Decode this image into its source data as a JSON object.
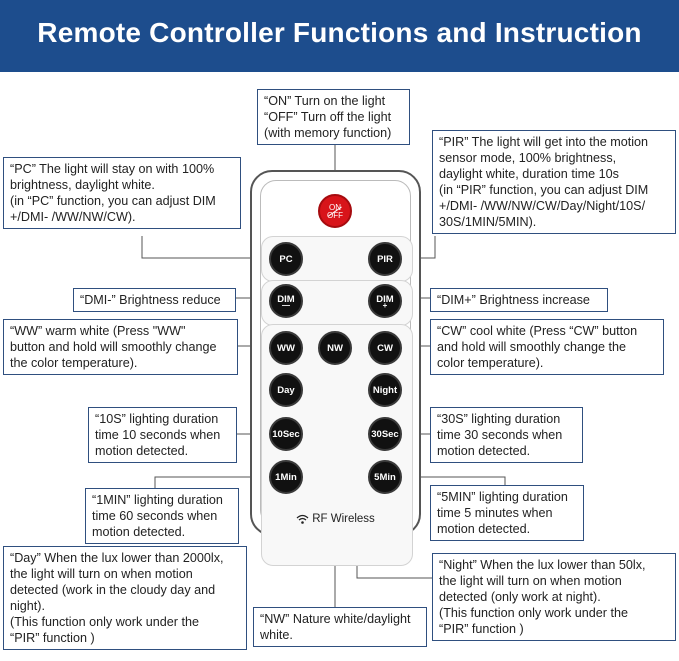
{
  "header": {
    "title": "Remote Controller Functions and Instruction"
  },
  "remote": {
    "buttons": {
      "on": "ON",
      "off": "OFF",
      "pc": "PC",
      "pir": "PIR",
      "dim_minus": "DIM",
      "dim_minus_sign": "—",
      "dim_plus": "DIM",
      "dim_plus_sign": "+",
      "ww": "WW",
      "nw": "NW",
      "cw": "CW",
      "day": "Day",
      "night": "Night",
      "s10": "10Sec",
      "s30": "30Sec",
      "m1": "1Min",
      "m5": "5Min"
    },
    "brand_label": "RF Wireless"
  },
  "callouts": {
    "on_off": [
      "“ON” Turn on the light",
      "“OFF” Turn off the light",
      "(with memory function)"
    ],
    "pc": [
      "“PC” The light will stay on with 100%",
      "brightness, daylight white.",
      "(in “PC” function, you can adjust DIM",
      "+/DMI- /WW/NW/CW)."
    ],
    "pir": [
      "“PIR” The light will get into the motion",
      "sensor mode, 100% brightness,",
      "daylight white, duration time 10s",
      "(in “PIR” function, you can adjust DIM",
      "+/DMI- /WW/NW/CW/Day/Night/10S/",
      "30S/1MIN/5MIN)."
    ],
    "dmi_minus": [
      "“DMI-” Brightness reduce"
    ],
    "dim_plus": [
      "“DIM+” Brightness increase"
    ],
    "ww": [
      "“WW” warm white (Press \"WW\"",
      "button and hold will smoothly change",
      "the color temperature)."
    ],
    "cw": [
      "“CW” cool white (Press “CW” button",
      "and hold will smoothly change the",
      "color temperature)."
    ],
    "s10": [
      "“10S” lighting duration",
      "time 10 seconds when",
      "motion detected."
    ],
    "s30": [
      "“30S” lighting duration",
      "time 30 seconds when",
      "motion detected."
    ],
    "m1": [
      "“1MIN” lighting duration",
      "time 60 seconds when",
      "motion detected."
    ],
    "m5": [
      "“5MIN” lighting duration",
      "time 5 minutes when",
      "motion detected."
    ],
    "day": [
      "“Day” When the lux lower than 2000lx,",
      "the light will turn on when motion",
      "detected (work in the cloudy day and",
      "night).",
      "(This function only work under the",
      "“PIR” function )"
    ],
    "nw": [
      "“NW” Nature white/daylight",
      "white."
    ],
    "night": [
      "“Night” When the lux lower than 50lx,",
      "the light will turn on when motion",
      "detected (only work at night).",
      "(This function only work under the",
      "“PIR” function )"
    ]
  },
  "colors": {
    "header_bg": "#1d4d8d",
    "header_text": "#ffffff",
    "box_border": "#2f4f7f",
    "on_button": "#d8141a",
    "button": "#111111"
  }
}
